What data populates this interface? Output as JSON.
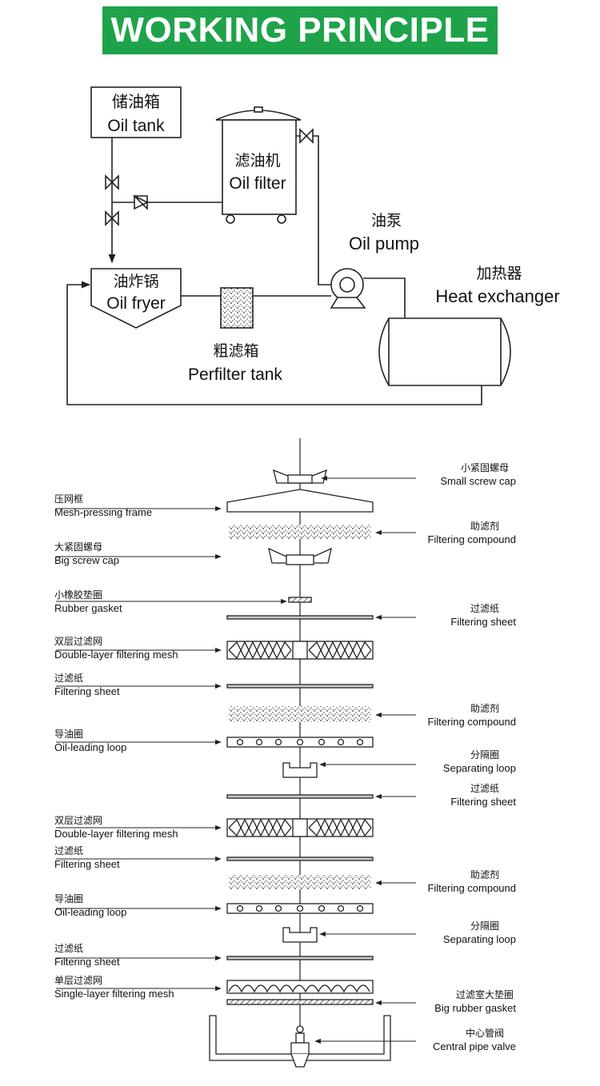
{
  "title": "WORKING PRINCIPLE",
  "colors": {
    "banner": "#1ea34a",
    "line": "#222222"
  },
  "flow": {
    "oil_tank": {
      "zh": "储油箱",
      "en": "Oil tank"
    },
    "oil_filter": {
      "zh": "滤油机",
      "en": "Oil filter"
    },
    "oil_pump": {
      "zh": "油泵",
      "en": "Oil pump"
    },
    "heat_exchanger": {
      "zh": "加热器",
      "en": "Heat exchanger"
    },
    "oil_fryer": {
      "zh": "油炸锅",
      "en": "Oil fryer"
    },
    "perfilter_tank": {
      "zh": "粗滤箱",
      "en": "Perfilter tank"
    }
  },
  "layers": [
    {
      "zh": "小紧固螺母",
      "en": "Small screw cap"
    },
    {
      "zh": "压网框",
      "en": "Mesh-pressing frame"
    },
    {
      "zh": "助滤剂",
      "en": "Filtering compound"
    },
    {
      "zh": "大紧固螺母",
      "en": "Big screw cap"
    },
    {
      "zh": "小橡胶垫圈",
      "en": "Rubber gasket"
    },
    {
      "zh": "过滤纸",
      "en": "Filtering sheet"
    },
    {
      "zh": "双层过滤网",
      "en": "Double-layer filtering mesh"
    },
    {
      "zh": "过滤纸",
      "en": "Filtering sheet"
    },
    {
      "zh": "助滤剂",
      "en": "Filtering compound"
    },
    {
      "zh": "导油圈",
      "en": "Oil-leading loop"
    },
    {
      "zh": "分隔圈",
      "en": "Separating loop"
    },
    {
      "zh": "过滤纸",
      "en": "Filtering sheet"
    },
    {
      "zh": "双层过滤网",
      "en": "Double-layer filtering mesh"
    },
    {
      "zh": "过滤纸",
      "en": "Filtering sheet"
    },
    {
      "zh": "助滤剂",
      "en": "Filtering compound"
    },
    {
      "zh": "导油圈",
      "en": "Oil-leading loop"
    },
    {
      "zh": "分隔圈",
      "en": "Separating loop"
    },
    {
      "zh": "过滤纸",
      "en": "Filtering sheet"
    },
    {
      "zh": "单层过滤网",
      "en": "Single-layer filtering mesh"
    },
    {
      "zh": "过滤室大垫圈",
      "en": "Big rubber gasket"
    },
    {
      "zh": "中心管阀",
      "en": "Central pipe valve"
    }
  ]
}
